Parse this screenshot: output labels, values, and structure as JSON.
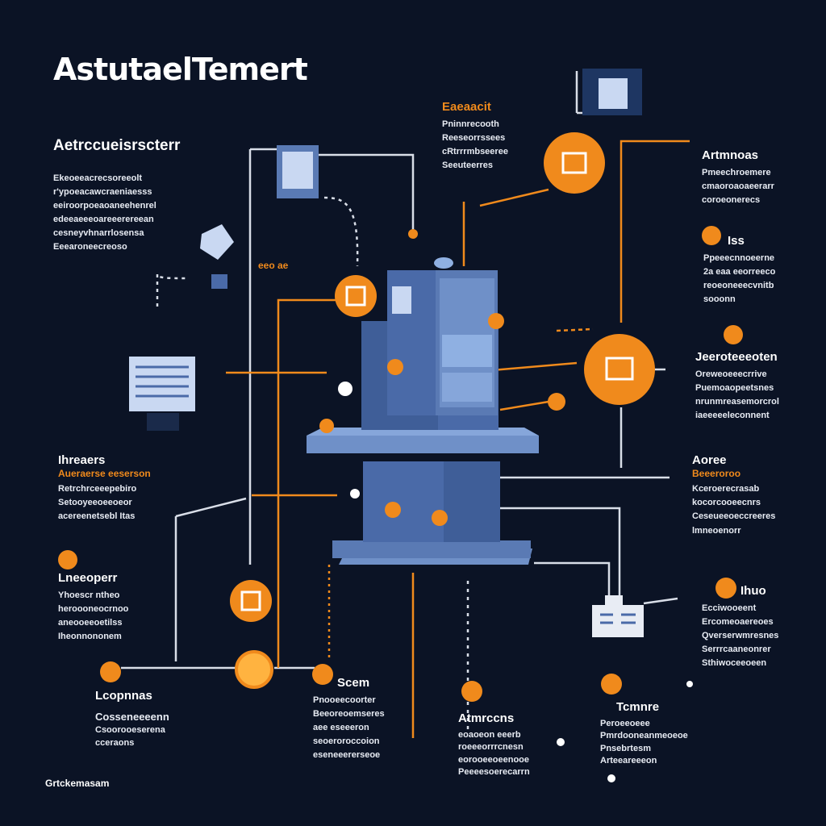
{
  "title": "AstutaelTemert",
  "footer": "Grtckemasam",
  "colors": {
    "background": "#0b1325",
    "accent": "#f08a1c",
    "server": "#4a6aa8",
    "line": "#d9dee8"
  },
  "blocks": {
    "intro": {
      "heading": "Aetrccueisrscterr",
      "lines": [
        "Ekeoeeacrecsoreeolt",
        "r'ypoeacawcraeniaesss",
        "eeiroorpoeaoaneehenrel",
        "edeeaeeeoareeerereean",
        "cesneyvhnarrlosensa",
        "Eeearoneecreoso"
      ]
    },
    "top_label": {
      "heading": "Eaeaacit",
      "lines": [
        "Pninnrecooth",
        "Reeseorrssees",
        "cRtrrrmbseeree",
        "Seeuteerres"
      ]
    },
    "right_top": {
      "heading": "Artmnoas",
      "lines": [
        "Pmeechroemere",
        "cmaoroaoaeerarr",
        "coroeonerecs"
      ]
    },
    "right_iss": {
      "heading": "Iss",
      "lines": [
        "Ppeeecnnoeerne",
        "2a eaa eeorreeco",
        "reoeoneeecvnitb",
        "sooonn"
      ]
    },
    "right_mid": {
      "heading": "Jeeroteeeoten",
      "lines": [
        "Oreweoeeecrrive",
        "Puemoaopeetsnes",
        "nrunmreasemorcrol",
        "iaeeeeeleconnent"
      ]
    },
    "right_lower": {
      "heading": "Aoree",
      "orange_line": "Beeeroroo",
      "lines": [
        "Kceroerecrasab",
        "kocorcooeecnrs",
        "Ceseueeoeccreeres",
        "lmneoenorr"
      ]
    },
    "right_bottom": {
      "heading": "Ihuo",
      "lines": [
        "Ecciwooeent",
        "Ercomeoaereoes",
        "Qverserwmresnes",
        "Serrrcaaneonrer",
        "Sthiwoceeoeen"
      ]
    },
    "left_mid": {
      "heading": "Ihreaers",
      "orange_line": "Aueraerse eeserson",
      "lines": [
        "Retrchrceeepebiro",
        "Setooyeeoeeoeor",
        "acereenetsebl Itas"
      ]
    },
    "left_lower": {
      "heading": "Lneeoperr",
      "lines": [
        "Yhoescr ntheo",
        "heroooneocrnoo",
        "aneooeeoetilss",
        "Iheonnononem"
      ]
    },
    "bottom_left": {
      "heading": "Lcopnnas",
      "lines": [
        "Cosseneeeenn",
        "Csoorooeserena",
        "cceraons"
      ]
    },
    "bottom_mid": {
      "heading": "Scem",
      "lines": [
        "Pnooeecoorter",
        "Beeoreoemseres",
        "aee eseeeron",
        "seoeroroccoion",
        "eseneeererseoe"
      ]
    },
    "bottom_center": {
      "heading": "Atmrccns",
      "lines": [
        "eoaoeon eeerb",
        "roeeeorrrcnesn",
        "eorooeeoeenooe",
        "Peeeesoerecarrn"
      ]
    },
    "bottom_right": {
      "heading": "Tcmnre",
      "lines": [
        "Peroeeoeee",
        "Pmrdooneanmeoeoe",
        "Pnsebrtesm",
        "Arteeareeeon"
      ]
    },
    "chip_label": {
      "heading": "eeo ae"
    }
  }
}
